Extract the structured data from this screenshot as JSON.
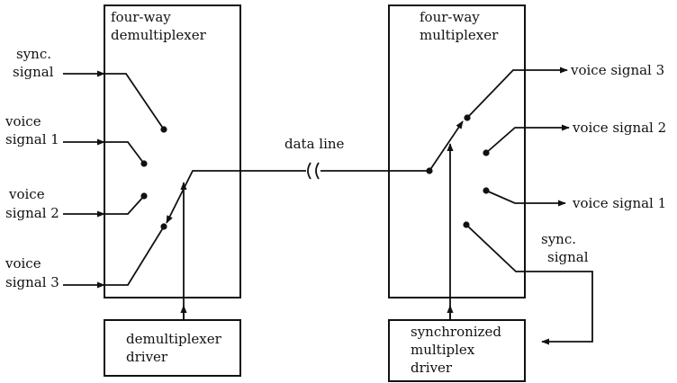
{
  "left_box": {
    "title_line1": "four-way",
    "title_line2": "demultiplexer"
  },
  "right_box": {
    "title_line1": "four-way",
    "title_line2": "multiplexer"
  },
  "left_driver": {
    "line1": "demultiplexer",
    "line2": "driver"
  },
  "right_driver": {
    "line1": "synchronized",
    "line2": "multiplex",
    "line3": "driver"
  },
  "data_line_label": "data line",
  "left_inputs": {
    "sync_line1": "sync.",
    "sync_line2": "signal",
    "v1_line1": "voice",
    "v1_line2": "signal 1",
    "v2_line1": "voice",
    "v2_line2": "signal 2",
    "v3_line1": "voice",
    "v3_line2": "signal 3"
  },
  "right_outputs": {
    "v3": "voice signal 3",
    "v2": "voice signal 2",
    "v1": "voice signal 1",
    "sync_line1": "sync.",
    "sync_line2": "signal"
  },
  "colors": {
    "ink": "#111111",
    "background": "#ffffff"
  }
}
